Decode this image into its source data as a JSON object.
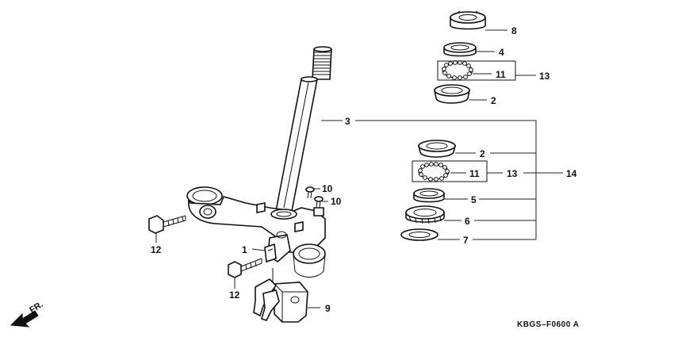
{
  "diagram": {
    "drawing_code": "KBGS–F0600 A",
    "front_indicator": "FR.",
    "callouts": {
      "top_nut": "8",
      "top_cone_race": "4",
      "top_balls": "11",
      "top_ball_group": "13",
      "top_ball_race": "2",
      "steering_stem": "3",
      "lower_ball_race": "2",
      "lower_balls": "11",
      "lower_ball_group": "13",
      "bearing_set": "14",
      "lower_cone_race": "5",
      "dust_seal": "6",
      "dust_seal_washer": "7",
      "lock_screw_a": "10",
      "lock_screw_b": "10",
      "bolt_left": "12",
      "bolt_lower": "12",
      "key_plate": "1",
      "steering_lock": "9"
    }
  }
}
